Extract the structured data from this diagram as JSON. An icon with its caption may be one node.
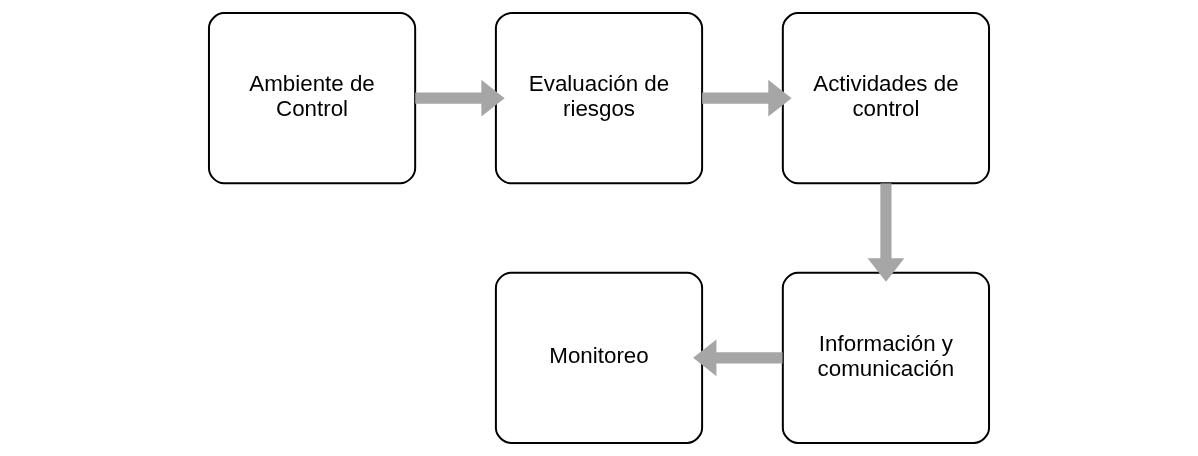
{
  "diagram": {
    "nodes": [
      {
        "text": [
          "Ambiente de Control"
        ]
      },
      {
        "text": [
          "Evaluación de riesgos"
        ]
      },
      {
        "text": [
          "Actividades de control"
        ]
      },
      {
        "text": [
          "Información y comunicación"
        ]
      },
      {
        "text": [
          "Monitoreo"
        ]
      }
    ],
    "edges": [
      {
        "from": 0,
        "to": 1,
        "arrow": "to"
      },
      {
        "from": 1,
        "to": 2,
        "arrow": "to"
      },
      {
        "from": 2,
        "to": 3,
        "arrow": "to"
      },
      {
        "from": 3,
        "to": 4,
        "arrow": "to"
      }
    ]
  }
}
